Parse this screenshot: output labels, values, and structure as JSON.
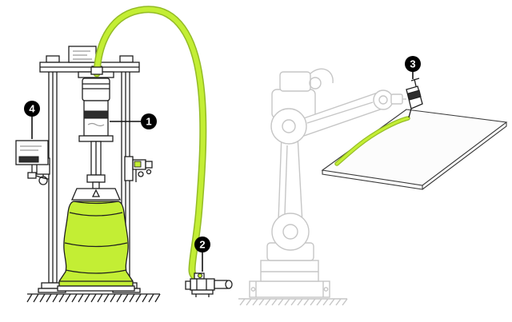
{
  "colors": {
    "highlight": "#c3ee34",
    "hose_outline": "#93bb25",
    "robot": "#c6c6c6",
    "lineart": "#1f1f1f",
    "callout_fill": "#000000",
    "callout_text": "#ffffff"
  },
  "callouts": [
    {
      "label": "1",
      "target": "pump-unit"
    },
    {
      "label": "2",
      "target": "metering-valve"
    },
    {
      "label": "3",
      "target": "applicator-gun"
    },
    {
      "label": "4",
      "target": "controller-box"
    }
  ]
}
